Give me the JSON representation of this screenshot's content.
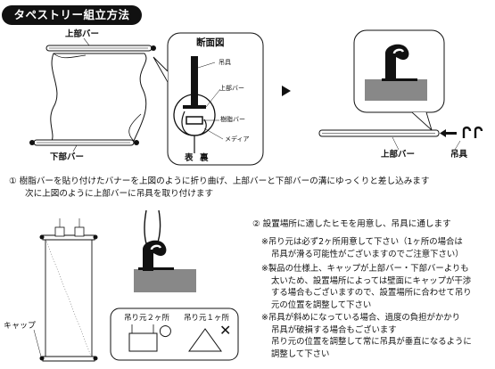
{
  "title": "タペストリー組立方法",
  "fig_top": {
    "top_bar_label": "上部バー",
    "bottom_bar_label": "下部バー",
    "cross_section_title": "断面図",
    "hanger_label": "吊具",
    "top_bar_label_small": "上部バー",
    "resin_bar_label": "樹脂バー",
    "media_label": "メディア",
    "front_label": "表",
    "back_label": "裏",
    "top_bar_right_label": "上部バー",
    "hanger_right_label": "吊具"
  },
  "step1": {
    "line1": "① 樹脂バーを貼り付けたバナーを上図のように折り曲げ、上部バーと下部バーの溝にゆっくりと差し込みます",
    "line2": "次に上図のように上部バーに吊具を取り付けます"
  },
  "fig_bottom": {
    "cap_label": "キャップ",
    "ex1_label": "吊り元２ヶ所",
    "ex1_mark": "○",
    "ex2_label": "吊り元１ヶ所",
    "ex2_mark": "✕"
  },
  "step2": {
    "text": "② 設置場所に適したヒモを用意し、吊具に通します"
  },
  "notes": [
    {
      "lines": [
        "※吊り元は必ず2ヶ所用意して下さい（1ヶ所の場合は",
        "吊具が滑る可能性がございますのでご注意下さい）"
      ]
    },
    {
      "lines": [
        "※製品の仕様上、キャップが上部バー・下部バーよりも",
        "太いため、設置場所によっては壁面にキャップが干渉",
        "する場合もございますので、設置場所に合わせて吊り",
        "元の位置を調整して下さい"
      ]
    },
    {
      "lines": [
        "※吊具が斜めになっている場合、過度の負担がかかり",
        "吊具が破損する場合もございます",
        "吊り元の位置を調整して常に吊具が垂直になるように",
        "調整して下さい"
      ]
    }
  ],
  "colors": {
    "ink": "#111111",
    "gray_block": "#888888",
    "light_gray": "#dddddd",
    "paper": "#ffffff"
  }
}
